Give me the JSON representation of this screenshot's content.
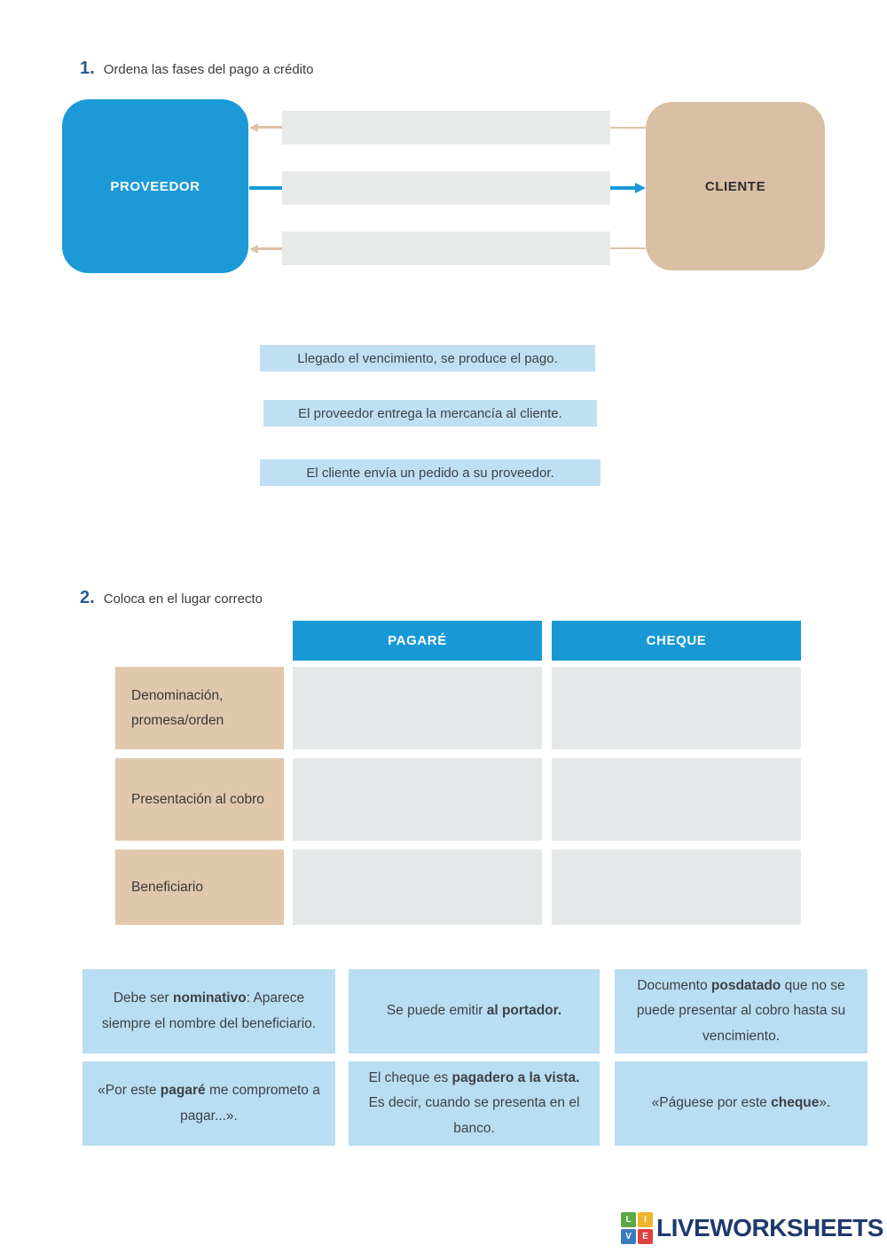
{
  "colors": {
    "accent_blue": "#1899d6",
    "box_blue": "#1b9ad7",
    "box_tan": "#d9bfa3",
    "label_tan": "#dfc8ab",
    "slot_gray": "#e8eaea",
    "chip_blue": "#bfe0f3",
    "chip_blue_bottom": "#b9ddf2",
    "logo_navy": "#1e3a6d"
  },
  "section1": {
    "number": "1.",
    "title": "Ordena las fases del pago a crédito",
    "diagram": {
      "left_box": "PROVEEDOR",
      "right_box": "CLIENTE"
    },
    "chips": [
      "Llegado el vencimiento, se produce el pago.",
      "El proveedor entrega la mercancía al cliente.",
      "El cliente envía un pedido a su proveedor."
    ]
  },
  "section2": {
    "number": "2.",
    "title": "Coloca en el lugar correcto",
    "table": {
      "columns": [
        "PAGARÉ",
        "CHEQUE"
      ],
      "rows": [
        "Denominación, promesa/orden",
        "Presentación al cobro",
        "Beneficiario"
      ]
    },
    "chips": [
      [
        [
          "Debe ser ",
          false
        ],
        [
          "nominativo",
          true
        ],
        [
          ": Aparece siempre el nombre del beneficiario.",
          false
        ]
      ],
      [
        [
          "Se puede emitir ",
          false
        ],
        [
          "al portador.",
          true
        ]
      ],
      [
        [
          "Documento ",
          false
        ],
        [
          "posdatado",
          true
        ],
        [
          " que no se puede presentar al cobro hasta su vencimiento.",
          false
        ]
      ],
      [
        [
          "«Por este ",
          false
        ],
        [
          "pagaré",
          true
        ],
        [
          " me comprometo a pagar...».",
          false
        ]
      ],
      [
        [
          "El cheque es ",
          false
        ],
        [
          "pagadero a la vista.",
          true
        ],
        [
          " Es decir, cuando se presenta en el banco.",
          false
        ]
      ],
      [
        [
          "«Páguese por este ",
          false
        ],
        [
          "cheque",
          true
        ],
        [
          "».",
          false
        ]
      ]
    ]
  },
  "footer": {
    "logo_text": "LIVEWORKSHEETS",
    "logo_squares": [
      {
        "letter": "L",
        "color": "#5aa945"
      },
      {
        "letter": "I",
        "color": "#f0b42c"
      },
      {
        "letter": "V",
        "color": "#3a7abf"
      },
      {
        "letter": "E",
        "color": "#e04040"
      }
    ]
  }
}
